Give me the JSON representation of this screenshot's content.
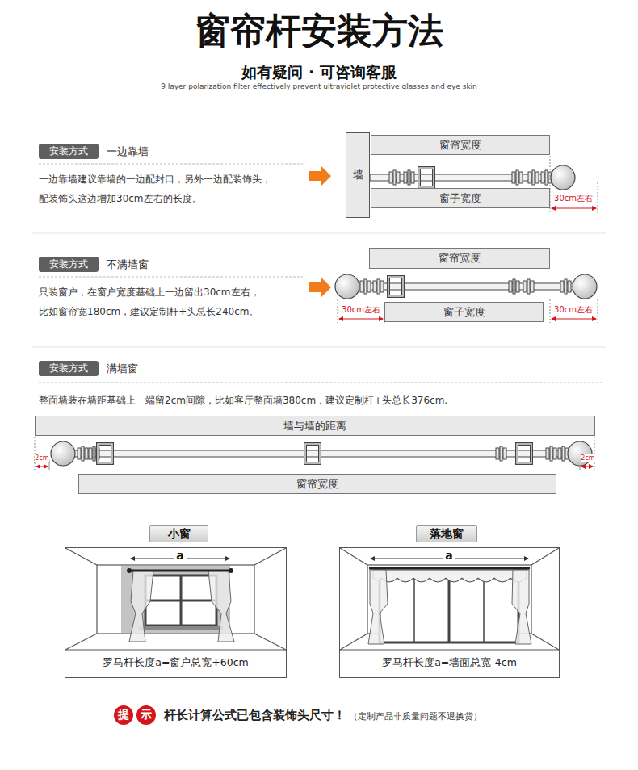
{
  "diagram": {
    "title": "窗帘杆安装方法",
    "nodes": [
      {
        "text": [
          "安装方式"
        ]
      },
      {
        "text": [
          "窗帘宽度"
        ]
      },
      {
        "text": [
          "墙"
        ]
      },
      {
        "text": [
          "窗子宽度"
        ]
      },
      {
        "text": [
          "安装方式"
        ]
      },
      {
        "text": [
          "窗帘宽度"
        ]
      },
      {
        "text": [
          "窗子宽度"
        ]
      },
      {
        "text": [
          "安装方式"
        ]
      },
      {
        "text": [
          "墙与墙的距离"
        ]
      },
      {
        "text": [
          "窗帘宽度"
        ]
      },
      {
        "text": [
          "小窗"
        ]
      },
      {
        "text": [
          "罗马杆长度a=窗户总宽+60cm"
        ]
      },
      {
        "text": [
          "落地窗"
        ]
      },
      {
        "text": [
          "罗马杆长度a=墙面总宽-4cm"
        ]
      },
      {
        "text": [
          "提"
        ]
      },
      {
        "text": [
          "示"
        ]
      }
    ],
    "labels": [
      "如有疑问 · 可咨询客服",
      "9 layer polarization filter effectively prevent ultraviolet protective glasses and eye skin",
      "一边靠墙",
      "一边靠墙建议靠墙的一边配封口，另外一边配装饰头， 配装饰头这边增加30cm左右的长度。",
      "30cm左右",
      "不满墙窗",
      "只装窗户，在窗户宽度基础上一边留出30cm左右， 比如窗帘宽180cm，建议定制杆+头总长240cm。",
      "30cm左右",
      "30cm左右",
      "满墙窗",
      "整面墙装在墙距基础上一端留2cm间隙，比如客厅整面墙380cm，建议定制杆+头总长376cm.",
      "2cm",
      "2cm",
      "a",
      "a",
      "杆长计算公式已包含装饰头尺寸！",
      "（定制产品非质量问题不退换货）"
    ]
  }
}
